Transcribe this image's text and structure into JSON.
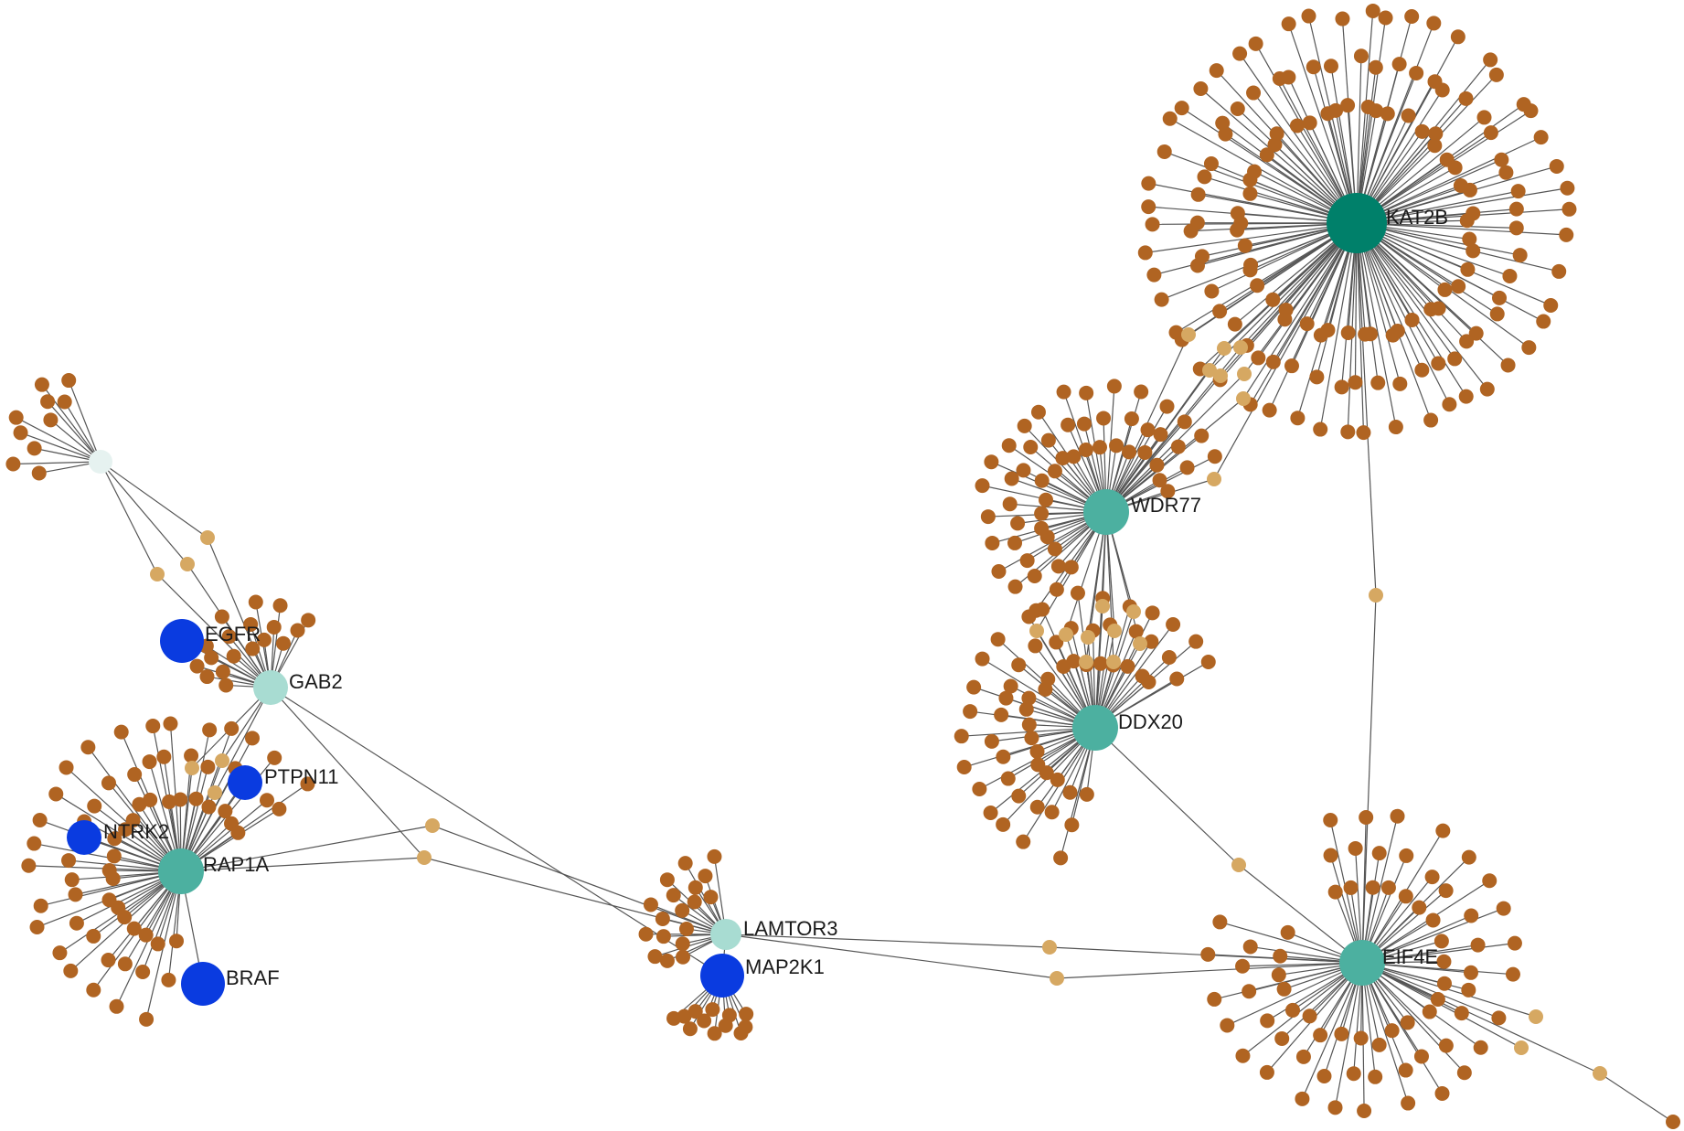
{
  "colors": {
    "background": "#ffffff",
    "edge": "#555555",
    "leaf": "#b06422",
    "connector": "#d6a862",
    "hub_main": "#00806a",
    "hub": "#4cb0a0",
    "hub_light": "#a8dcd2",
    "hub_pale": "#e6f2f0",
    "mutated": "#0a3be0",
    "label": "#1a1a1a"
  },
  "labels": {
    "kat2b": "KAT2B",
    "wdr77": "WDR77",
    "ddx20": "DDX20",
    "eif4e": "EIF4E",
    "lamtor3": "LAMTOR3",
    "map2k1": "MAP2K1",
    "gab2": "GAB2",
    "egfr": "EGFR",
    "ptpn11": "PTPN11",
    "ntrk2": "NTRK2",
    "rap1a": "RAP1A",
    "braf": "BRAF"
  }
}
